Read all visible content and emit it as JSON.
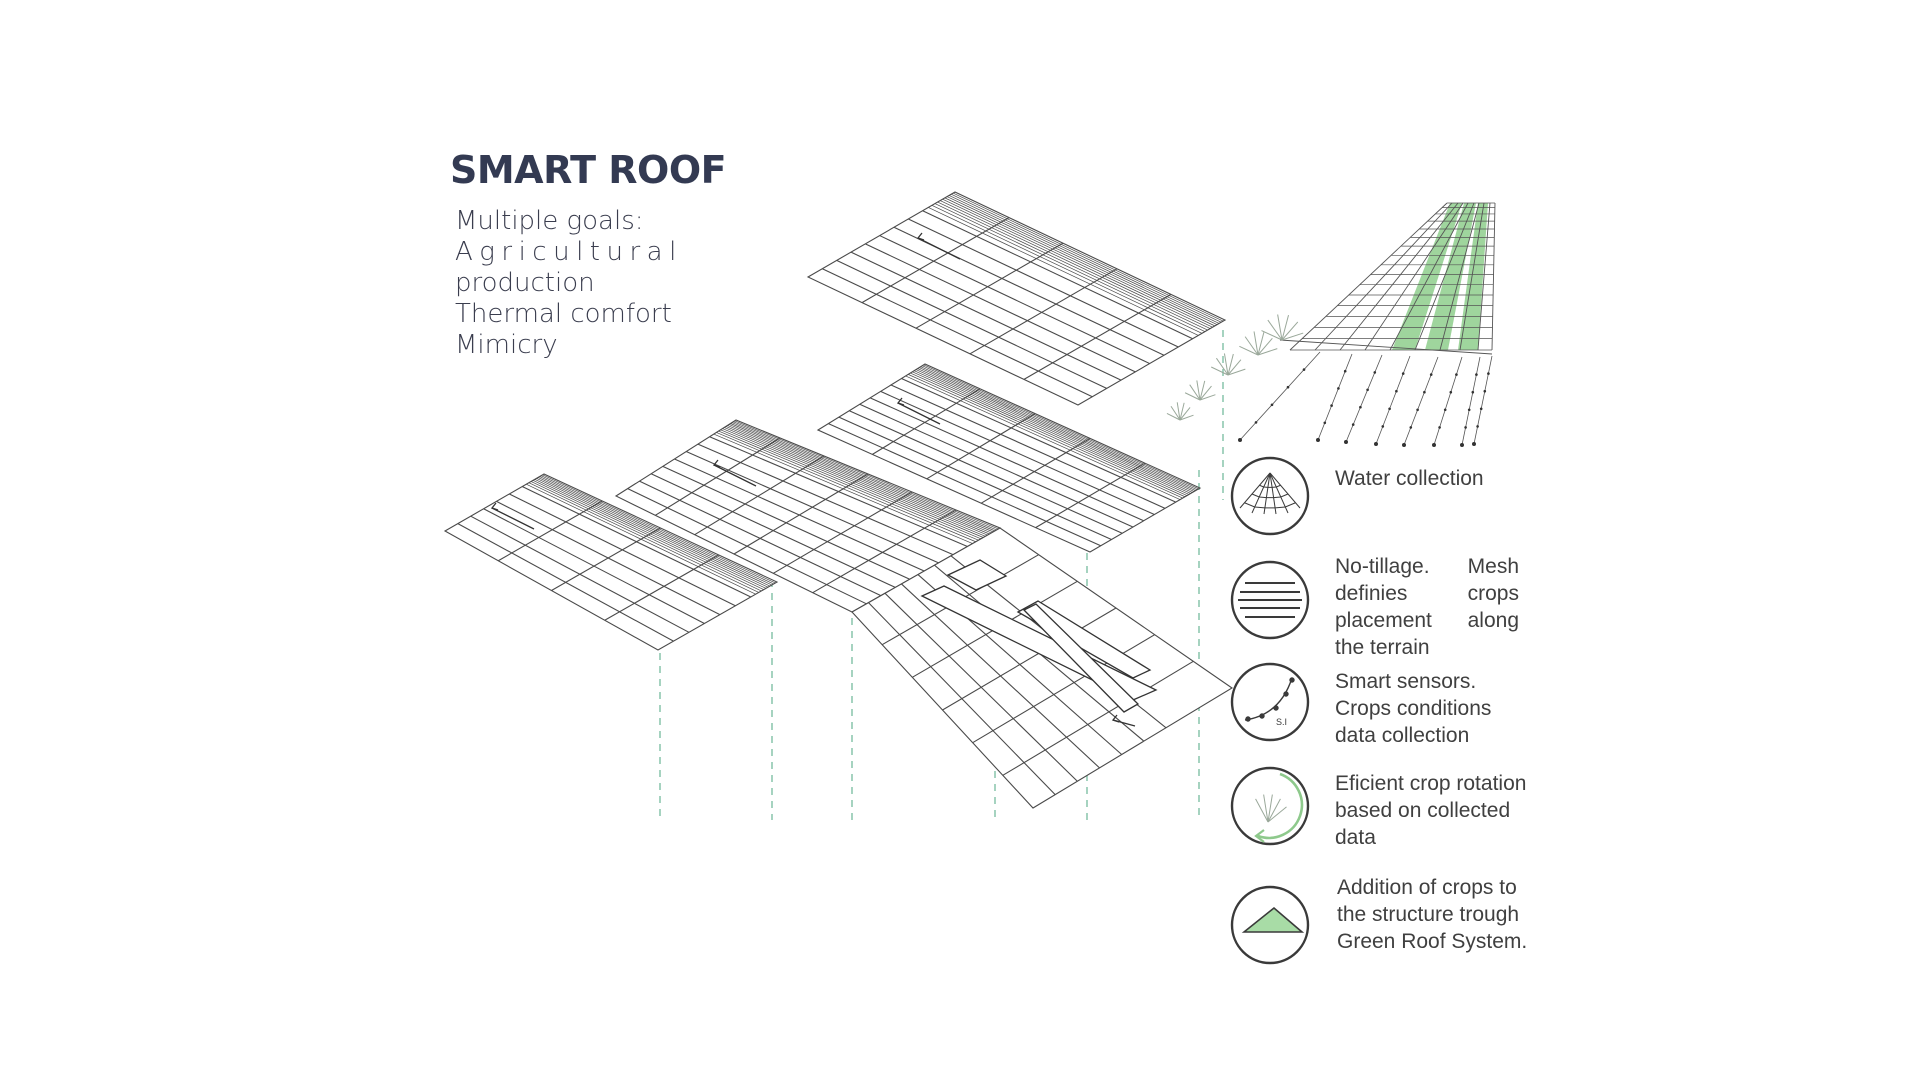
{
  "title": "SMART ROOF",
  "goals": [
    "Multiple goals:",
    "Agricultural",
    "production",
    "Thermal comfort",
    "Mimicry"
  ],
  "legend": [
    {
      "icon": "water-collection-icon",
      "text": "Water collection"
    },
    {
      "icon": "no-tillage-mesh-icon",
      "text": "No-tillage. Mesh definies crops placement along the terrain"
    },
    {
      "icon": "smart-sensor-icon",
      "text": "Smart sensors. Crops conditions data collection"
    },
    {
      "icon": "crop-rotation-icon",
      "text": "Eficient crop rotation based on collected data"
    },
    {
      "icon": "green-roof-icon",
      "text": "Addition of crops to the structure trough Green Roof System."
    }
  ],
  "sensor_label": "S.I",
  "colors": {
    "line": "#4a4a4a",
    "green": "#9fd59d",
    "dashed": "#7fc0a6",
    "title": "#333a52"
  }
}
